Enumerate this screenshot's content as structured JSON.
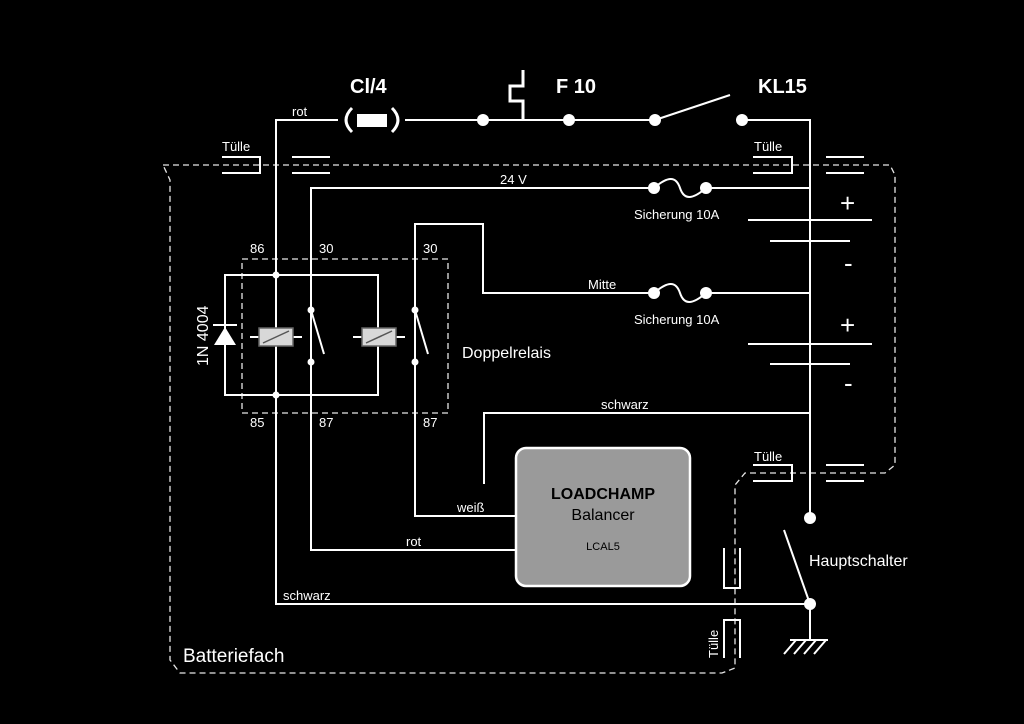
{
  "top": {
    "fuse_label": "Cl/4",
    "f10_label": "F 10",
    "kl15_label": "KL15",
    "rot_label": "rot"
  },
  "grommets": {
    "label": "Tülle"
  },
  "wires": {
    "v24": "24 V",
    "mitte": "Mitte",
    "schwarz_top": "schwarz",
    "weiss": "weiß",
    "rot": "rot",
    "schwarz_bottom": "schwarz"
  },
  "fuses": {
    "label": "Sicherung 10A"
  },
  "battery": {
    "plus": "+",
    "minus": "-"
  },
  "relay": {
    "pin_86": "86",
    "pin_30a": "30",
    "pin_30b": "30",
    "pin_85": "85",
    "pin_87a": "87",
    "pin_87b": "87",
    "label": "Doppelrelais",
    "diode": "1N 4004"
  },
  "balancer": {
    "brand": "LOADCHAMP",
    "name": "Balancer",
    "model": "LCAL5"
  },
  "switch": {
    "label": "Hauptschalter"
  },
  "compartment": {
    "label": "Batteriefach"
  }
}
